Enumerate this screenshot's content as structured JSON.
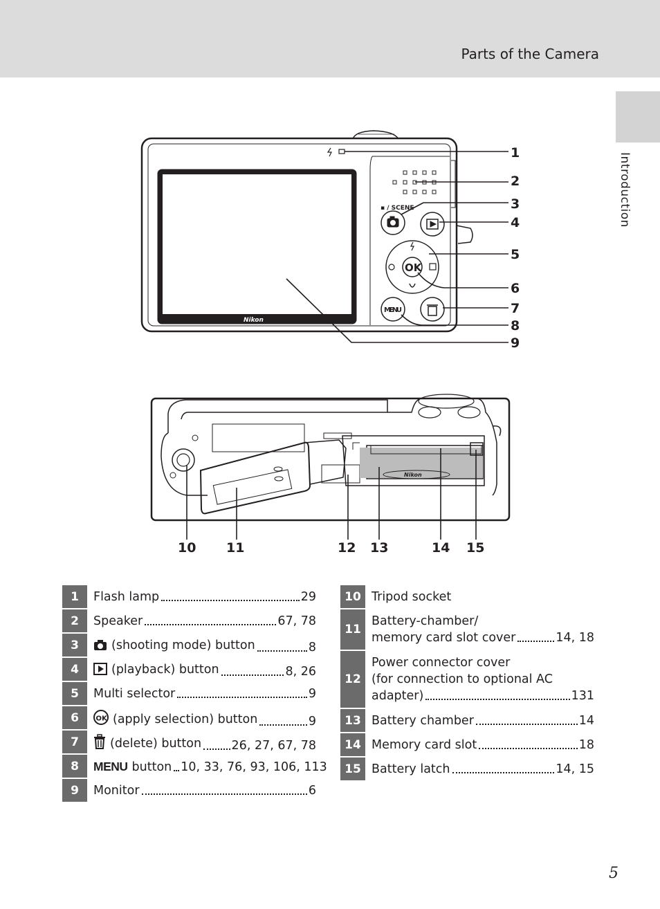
{
  "header": {
    "title": "Parts of the Camera"
  },
  "side_tab": {
    "label": "Introduction"
  },
  "page_number": "5",
  "camera": {
    "brand": "Nikon"
  },
  "callouts": [
    "1",
    "2",
    "3",
    "4",
    "5",
    "6",
    "7",
    "8",
    "9",
    "10",
    "11",
    "12",
    "13",
    "14",
    "15"
  ],
  "left_table": [
    {
      "num": "1",
      "lines": [],
      "label": "Flash lamp",
      "pages": "29"
    },
    {
      "num": "2",
      "lines": [],
      "label": "Speaker",
      "pages": "67, 78"
    },
    {
      "num": "3",
      "icon": "camera-icon",
      "lines": [],
      "label": "(shooting mode) button",
      "pages": "8"
    },
    {
      "num": "4",
      "icon": "play-icon",
      "lines": [],
      "label": "(playback) button",
      "pages": "8, 26"
    },
    {
      "num": "5",
      "lines": [],
      "label": "Multi selector",
      "pages": "9"
    },
    {
      "num": "6",
      "icon": "ok-icon",
      "lines": [],
      "label": "(apply selection) button",
      "pages": "9"
    },
    {
      "num": "7",
      "icon": "trash-icon",
      "lines": [],
      "label": "(delete) button",
      "pages": "26, 27, 67, 78"
    },
    {
      "num": "8",
      "icon": "menu-icon",
      "icon_text": "MENU",
      "lines": [],
      "label": "button",
      "pages": "10, 33, 76, 93, 106, 113"
    },
    {
      "num": "9",
      "lines": [],
      "label": "Monitor",
      "pages": "6"
    }
  ],
  "right_table": [
    {
      "num": "10",
      "lines": [],
      "label": "Tripod socket",
      "pages": ""
    },
    {
      "num": "11",
      "lines": [
        "Battery-chamber/"
      ],
      "label": "memory card slot cover",
      "pages": "14, 18"
    },
    {
      "num": "12",
      "lines": [
        "Power connector cover",
        "(for connection to optional AC"
      ],
      "label": "adapter)",
      "pages": "131"
    },
    {
      "num": "13",
      "lines": [],
      "label": "Battery chamber",
      "pages": "14"
    },
    {
      "num": "14",
      "lines": [],
      "label": "Memory card slot",
      "pages": "18"
    },
    {
      "num": "15",
      "lines": [],
      "label": "Battery latch",
      "pages": "14, 15"
    }
  ]
}
